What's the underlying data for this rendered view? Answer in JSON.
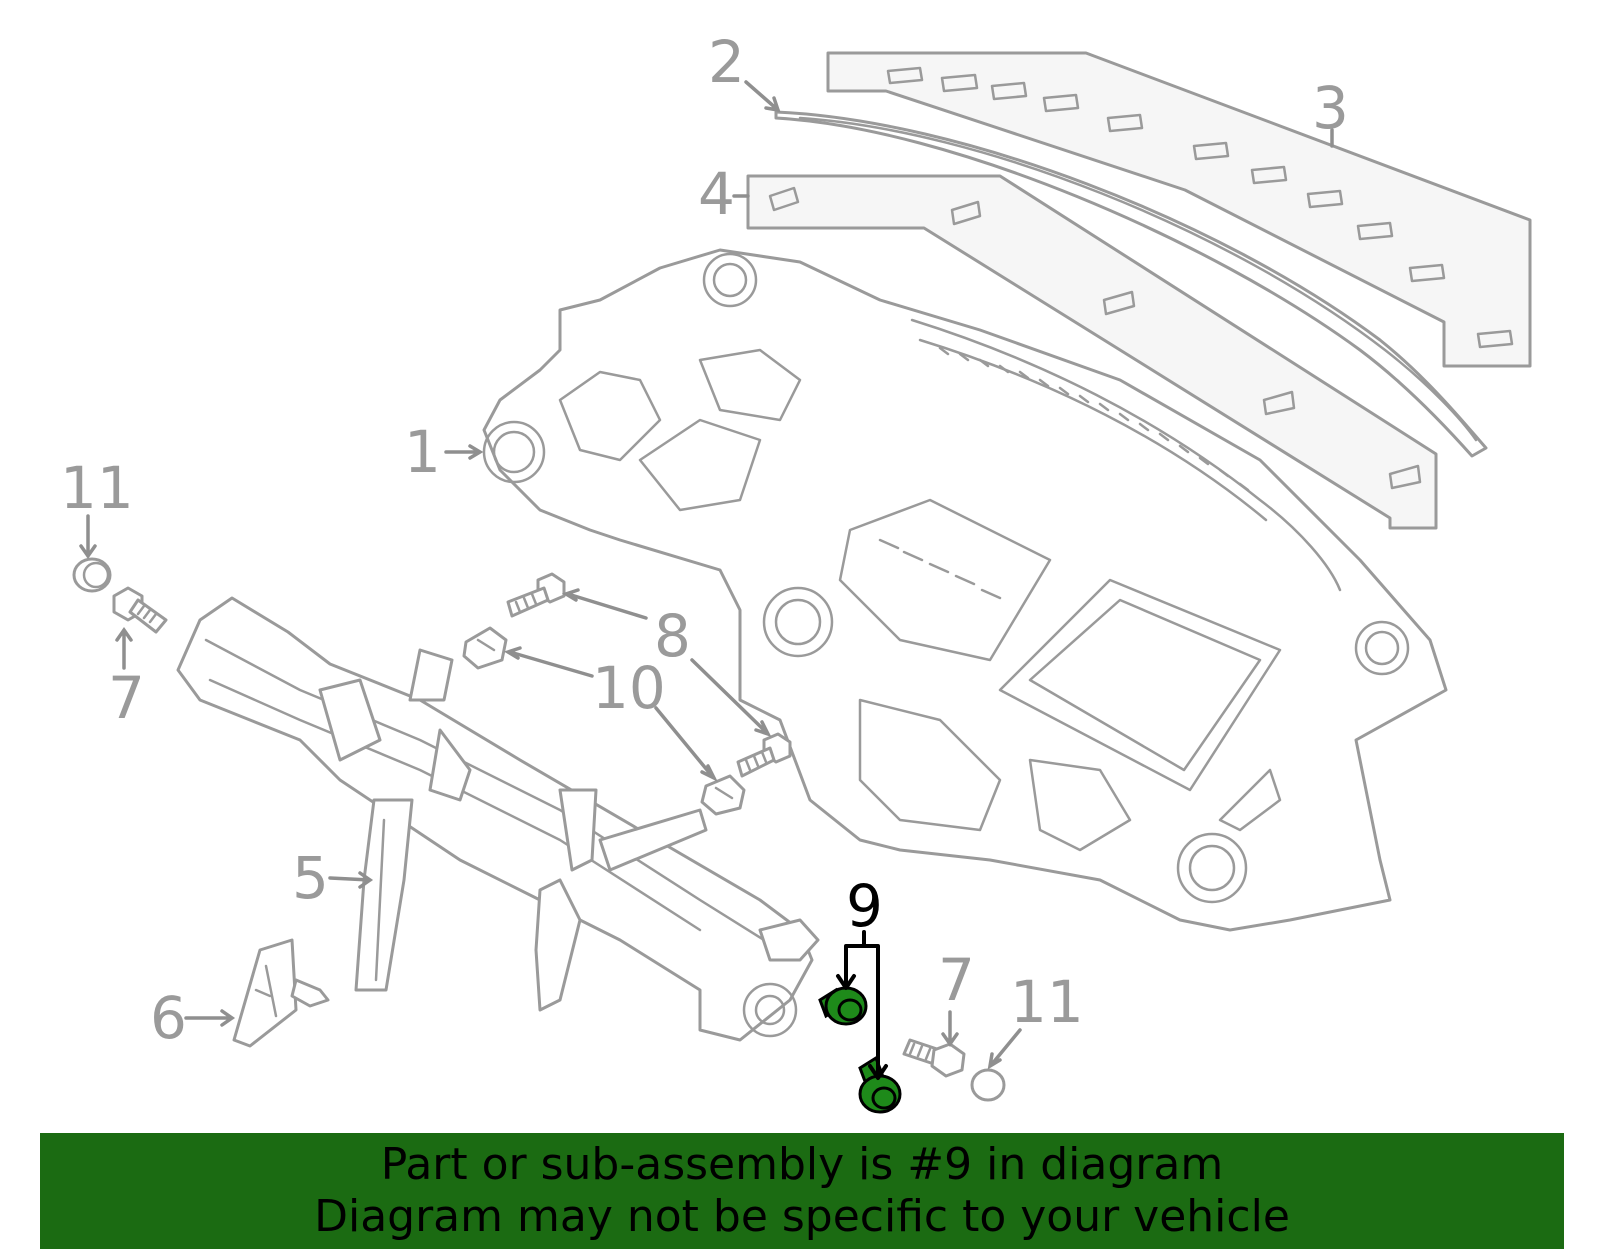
{
  "colors": {
    "line_gray": "#9a9a9a",
    "highlight_part": "#1e8a1a",
    "banner_background": "#1b6b12",
    "banner_text": "#000000"
  },
  "callouts": {
    "c1": "1",
    "c2": "2",
    "c3": "3",
    "c4": "4",
    "c5": "5",
    "c6": "6",
    "c7_left": "7",
    "c7_right": "7",
    "c8": "8",
    "c9": "9",
    "c10": "10",
    "c11_left": "11",
    "c11_right": "11"
  },
  "highlighted_part": "9",
  "banner": {
    "line1": "Part or sub-assembly is #9 in diagram",
    "line2": "Diagram may not be specific to your vehicle"
  }
}
